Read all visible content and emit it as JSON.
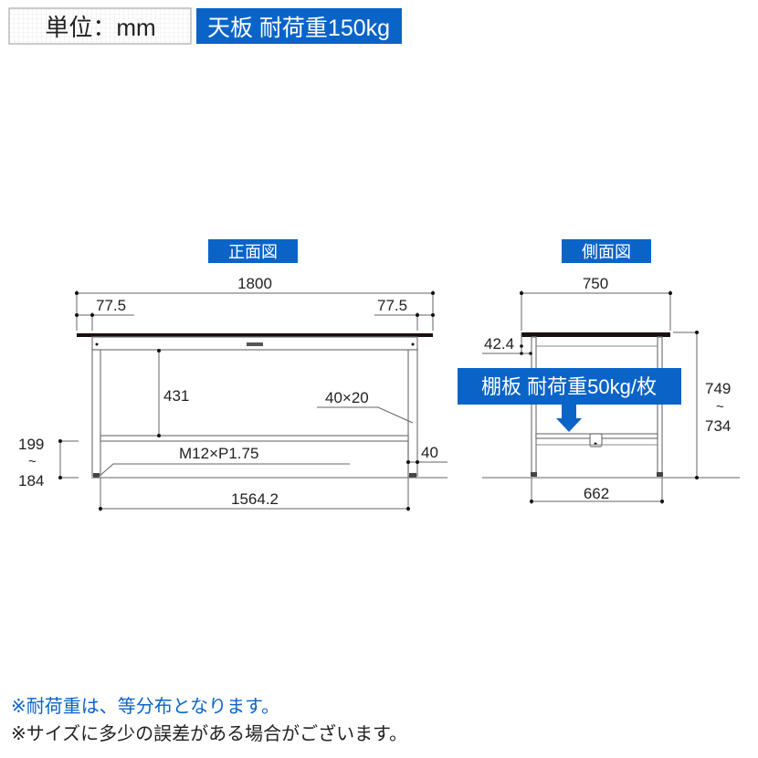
{
  "header": {
    "unit_label": "単位：mm",
    "top_load_label": "天板 耐荷重150kg"
  },
  "front_view": {
    "title": "正面図",
    "width": "1800",
    "leg_offset_left": "77.5",
    "leg_offset_right": "77.5",
    "apron_to_shelf": "431",
    "leg_section": "40×20",
    "shelf_height_max": "199",
    "shelf_height_sep": "~",
    "shelf_height_min": "184",
    "adjuster_thread": "M12×P1.75",
    "shelf_bar_height": "40",
    "inner_width": "1564.2"
  },
  "side_view": {
    "title": "側面図",
    "depth": "750",
    "top_thickness": "42.4",
    "shelf_load_label": "棚板 耐荷重50kg/枚",
    "height_max": "749",
    "height_sep": "~",
    "height_min": "734",
    "inner_depth": "662"
  },
  "notes": [
    "※耐荷重は、等分布となります。",
    "※サイズに多少の誤差がある場合がございます。"
  ],
  "colors": {
    "accent": "#0a64c8",
    "top_plate": "#1a1010"
  }
}
